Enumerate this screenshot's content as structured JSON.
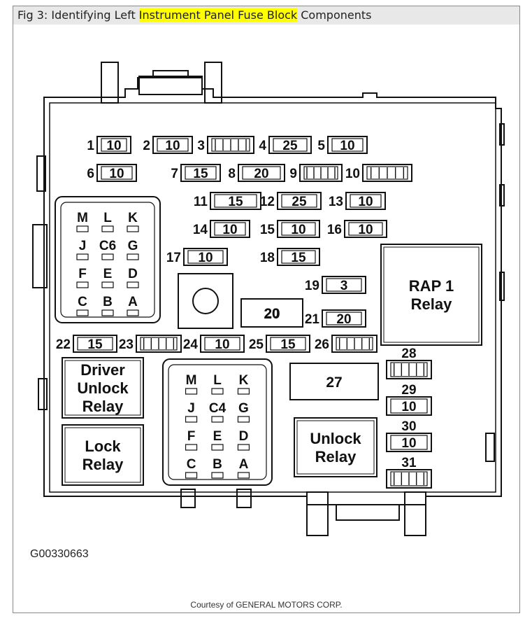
{
  "figure": {
    "title_prefix": "Fig 3: Identifying Left ",
    "title_highlight": "Instrument Panel Fuse Block",
    "title_suffix": " Components",
    "highlight_color": "#ffff00",
    "figure_code": "G00330663",
    "credit": "Courtesy of GENERAL MOTORS CORP."
  },
  "fuses": [
    {
      "slot": "1",
      "rating": "10"
    },
    {
      "slot": "2",
      "rating": "10"
    },
    {
      "slot": "3",
      "rating": ""
    },
    {
      "slot": "4",
      "rating": "25"
    },
    {
      "slot": "5",
      "rating": "10"
    },
    {
      "slot": "6",
      "rating": "10"
    },
    {
      "slot": "7",
      "rating": "15"
    },
    {
      "slot": "8",
      "rating": "20"
    },
    {
      "slot": "9",
      "rating": ""
    },
    {
      "slot": "10",
      "rating": ""
    },
    {
      "slot": "11",
      "rating": "15"
    },
    {
      "slot": "12",
      "rating": "25"
    },
    {
      "slot": "13",
      "rating": "10"
    },
    {
      "slot": "14",
      "rating": "10"
    },
    {
      "slot": "15",
      "rating": "10"
    },
    {
      "slot": "16",
      "rating": "10"
    },
    {
      "slot": "17",
      "rating": "10"
    },
    {
      "slot": "18",
      "rating": "15"
    },
    {
      "slot": "19",
      "rating": "3"
    },
    {
      "slot": "20",
      "rating": "20"
    },
    {
      "slot": "21",
      "rating": "20"
    },
    {
      "slot": "22",
      "rating": "15"
    },
    {
      "slot": "23",
      "rating": ""
    },
    {
      "slot": "24",
      "rating": "10"
    },
    {
      "slot": "25",
      "rating": "15"
    },
    {
      "slot": "26",
      "rating": ""
    },
    {
      "slot": "27",
      "rating": ""
    },
    {
      "slot": "28",
      "rating": ""
    },
    {
      "slot": "29",
      "rating": "10"
    },
    {
      "slot": "30",
      "rating": "10"
    },
    {
      "slot": "31",
      "rating": ""
    }
  ],
  "relays": {
    "rap1": [
      "RAP 1",
      "Relay"
    ],
    "driver_unlock": [
      "Driver",
      "Unlock",
      "Relay"
    ],
    "lock": [
      "Lock",
      "Relay"
    ],
    "unlock": [
      "Unlock",
      "Relay"
    ]
  },
  "connectors": {
    "c6": {
      "rows": [
        [
          "M",
          "L",
          "K"
        ],
        [
          "J",
          "C6",
          "G"
        ],
        [
          "F",
          "E",
          "D"
        ],
        [
          "C",
          "B",
          "A"
        ]
      ]
    },
    "c4": {
      "rows": [
        [
          "M",
          "L",
          "K"
        ],
        [
          "J",
          "C4",
          "G"
        ],
        [
          "F",
          "E",
          "D"
        ],
        [
          "C",
          "B",
          "A"
        ]
      ]
    }
  }
}
